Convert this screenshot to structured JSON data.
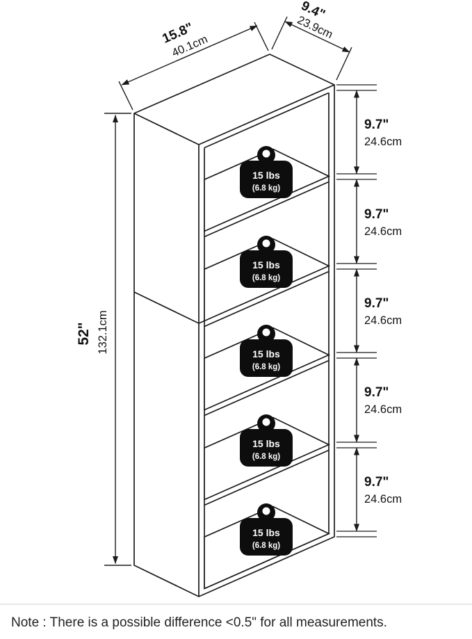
{
  "diagram": {
    "width": {
      "in": "15.8\"",
      "cm": "40.1cm"
    },
    "depth": {
      "in": "9.4\"",
      "cm": "23.9cm"
    },
    "height": {
      "in": "52\"",
      "cm": "132.1cm"
    },
    "shelves": [
      {
        "in": "9.7\"",
        "cm": "24.6cm"
      },
      {
        "in": "9.7\"",
        "cm": "24.6cm"
      },
      {
        "in": "9.7\"",
        "cm": "24.6cm"
      },
      {
        "in": "9.7\"",
        "cm": "24.6cm"
      },
      {
        "in": "9.7\"",
        "cm": "24.6cm"
      }
    ],
    "weights": [
      {
        "lbs": "15 lbs",
        "kg": "(6.8 kg)"
      },
      {
        "lbs": "15 lbs",
        "kg": "(6.8 kg)"
      },
      {
        "lbs": "15 lbs",
        "kg": "(6.8 kg)"
      },
      {
        "lbs": "15 lbs",
        "kg": "(6.8 kg)"
      },
      {
        "lbs": "15 lbs",
        "kg": "(6.8 kg)"
      }
    ],
    "note": "Note : There is a possible difference <0.5\" for all measurements."
  }
}
